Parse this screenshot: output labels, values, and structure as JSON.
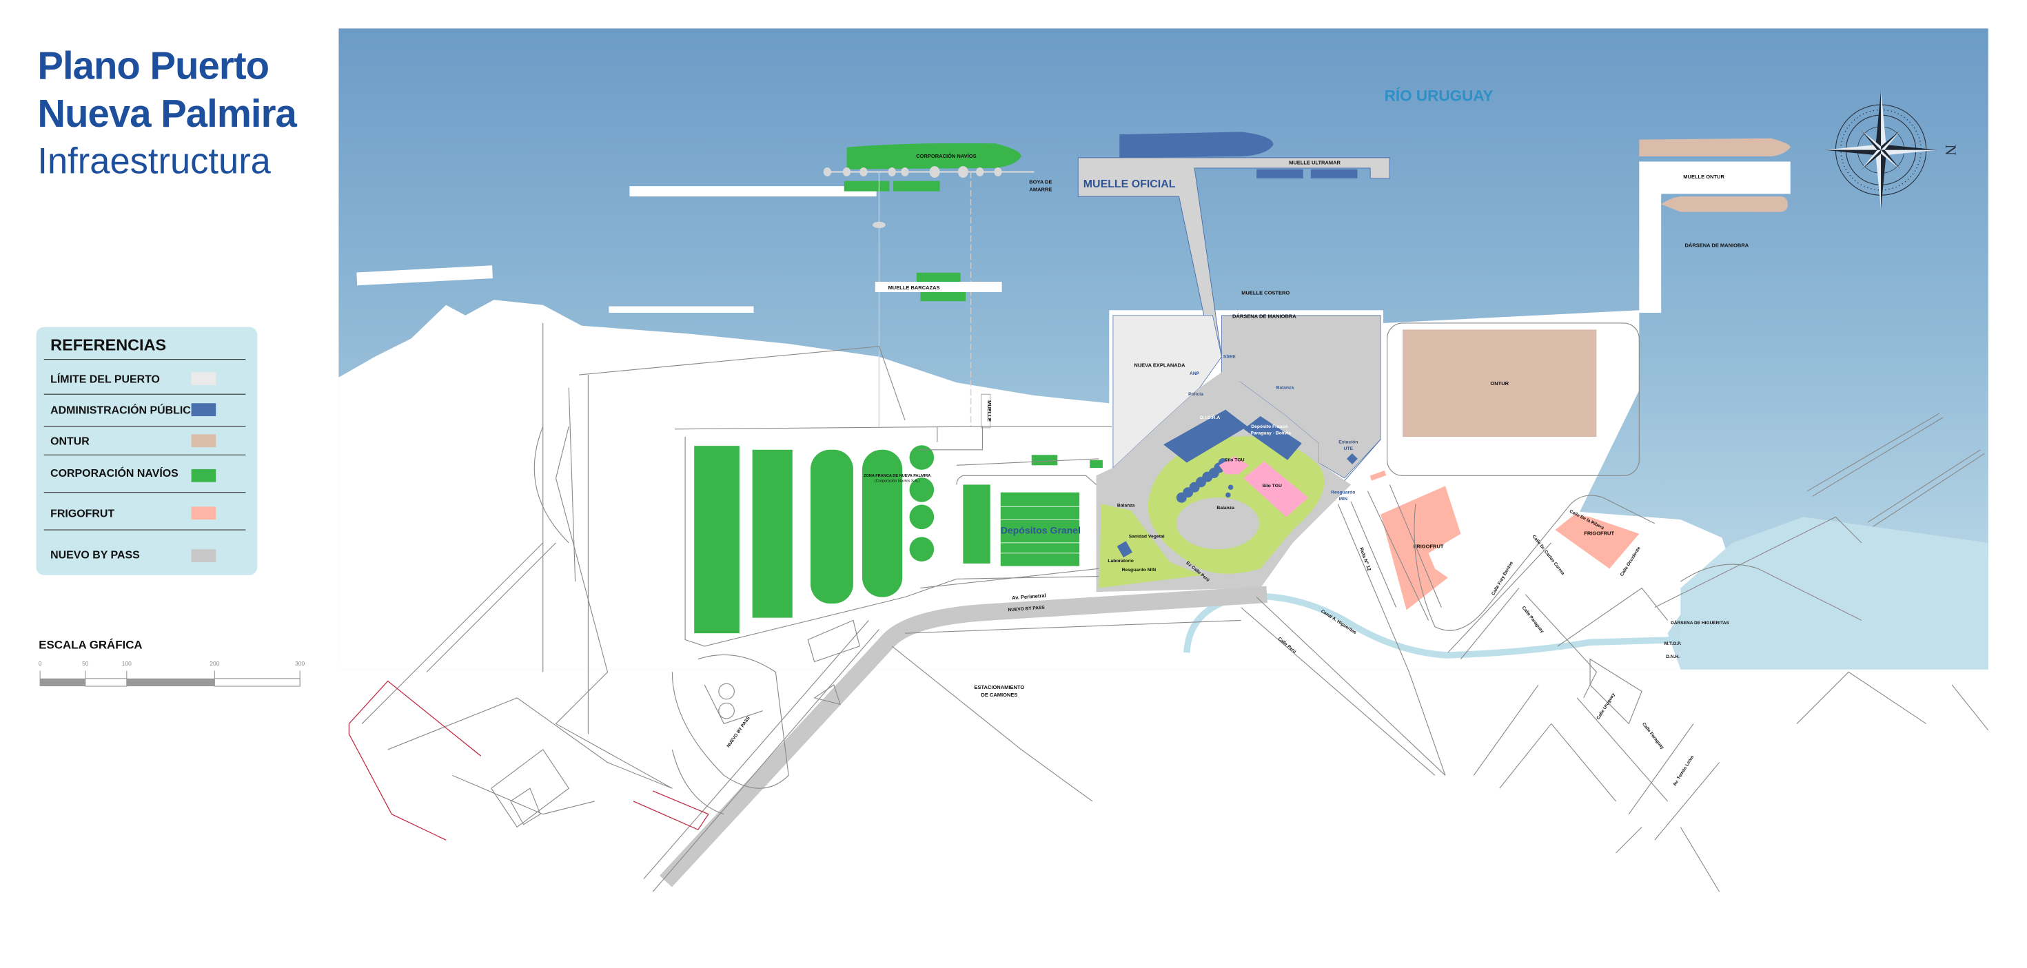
{
  "title": {
    "line1": "Plano Puerto",
    "line2": "Nueva Palmira",
    "line3": "Infraestructura",
    "color": "#1d4f9c"
  },
  "legend": {
    "title": "REFERENCIAS",
    "items": [
      {
        "label": "LÍMITE DEL PUERTO",
        "color": "#ebebeb"
      },
      {
        "label": "ADMINISTRACIÓN PÚBLICA",
        "color": "#4a6fad"
      },
      {
        "label": "ONTUR",
        "color": "#dbbcaa"
      },
      {
        "label": "CORPORACIÓN NAVÍOS",
        "color": "#3ab54a"
      },
      {
        "label": "FRIGOFRUT",
        "color": "#ffb5a5"
      },
      {
        "label": "NUEVO BY PASS",
        "color": "#c8c8c8"
      }
    ]
  },
  "scale": {
    "title": "ESCALA GRÁFICA",
    "ticks": [
      "0",
      "50",
      "100",
      "200",
      "300"
    ]
  },
  "compass": {
    "north": "N",
    "icon": "compass-rose-icon"
  },
  "map": {
    "river": "RÍO URUGUAY",
    "labels": {
      "corp_ship": "CORPORACIÓN NAVÍOS",
      "boya1": "BOYA DE",
      "boya2": "AMARRE",
      "muelle_oficial": "MUELLE OFICIAL",
      "muelle_ultramar": "MUELLE ULTRAMAR",
      "muelle_ontur": "MUELLE ONTUR",
      "darsena_ontur": "DÁRSENA DE MANIOBRA",
      "muelle_barcazas": "MUELLE BARCAZAS",
      "muelle_costero": "MUELLE COSTERO",
      "darsena_maniobra": "DÁRSENA DE MANIOBRA",
      "nueva_explanada": "NUEVA EXPLANADA",
      "ontur": "ONTUR",
      "muelle": "MUELLE",
      "zona_franca1": "ZONA FRANCA DE NUEVA PALMIRA",
      "zona_franca2": "(Corporación Navíos S.A.)",
      "depositos_granel": "Depósitos Granel",
      "av_perimetral": "Av. Perimetral",
      "nuevo_bypass": "NUEVO BY PASS",
      "nuevo_bypass_2": "NUEVO BY PASS",
      "estacionamiento1": "ESTACIONAMIENTO",
      "estacionamiento2": "DE CAMIONES",
      "frigofrut1": "FRIGOFRUT",
      "frigofrut2": "FRIGOFRUT",
      "calle_ribera": "Calle De la Ribera",
      "calle_fray_bentos": "Calle Fray Bentos",
      "calle_correa": "Calle Dr. Carlos Correa",
      "calle_occidente": "Calle Occidente",
      "calle_paraguay1": "Calle Paraguay",
      "calle_uruguay": "Calle Uruguay",
      "calle_paraguay2": "Calle Paraguay",
      "av_tomas_leiva": "Av. Tomás Leiva",
      "mtop": "M.T.O.P.",
      "dnh": "D.N.H.",
      "darsena_higueritas": "DÁRSENA DE HIGUERITAS",
      "canal": "Canal A. Higueritas",
      "calle_peru": "Calle Perú",
      "ruta12": "Ruta N° 12",
      "ex_calle_peru": "Ex Calle Perú",
      "ssee": "SSEE",
      "anp": "ANP",
      "policia": "Policía",
      "digra": "D.I.G.R.A",
      "deposito_franco1": "Depósito Franco",
      "deposito_franco2": "Paraguay - Bolivia",
      "balanza1": "Balanza",
      "estacion_ute1": "Estación",
      "estacion_ute2": "UTE",
      "silo_tgu1": "Silo TGU",
      "silo_tgu2": "Silo TGU",
      "balanza2": "Balanza",
      "balanza3": "Balanza",
      "resguardo1a": "Resguardo",
      "resguardo1b": "MIN",
      "sanidad": "Sanidad Vegetal",
      "laboratorio": "Laboratorio",
      "resguardo2": "Resguardo MIN"
    }
  }
}
